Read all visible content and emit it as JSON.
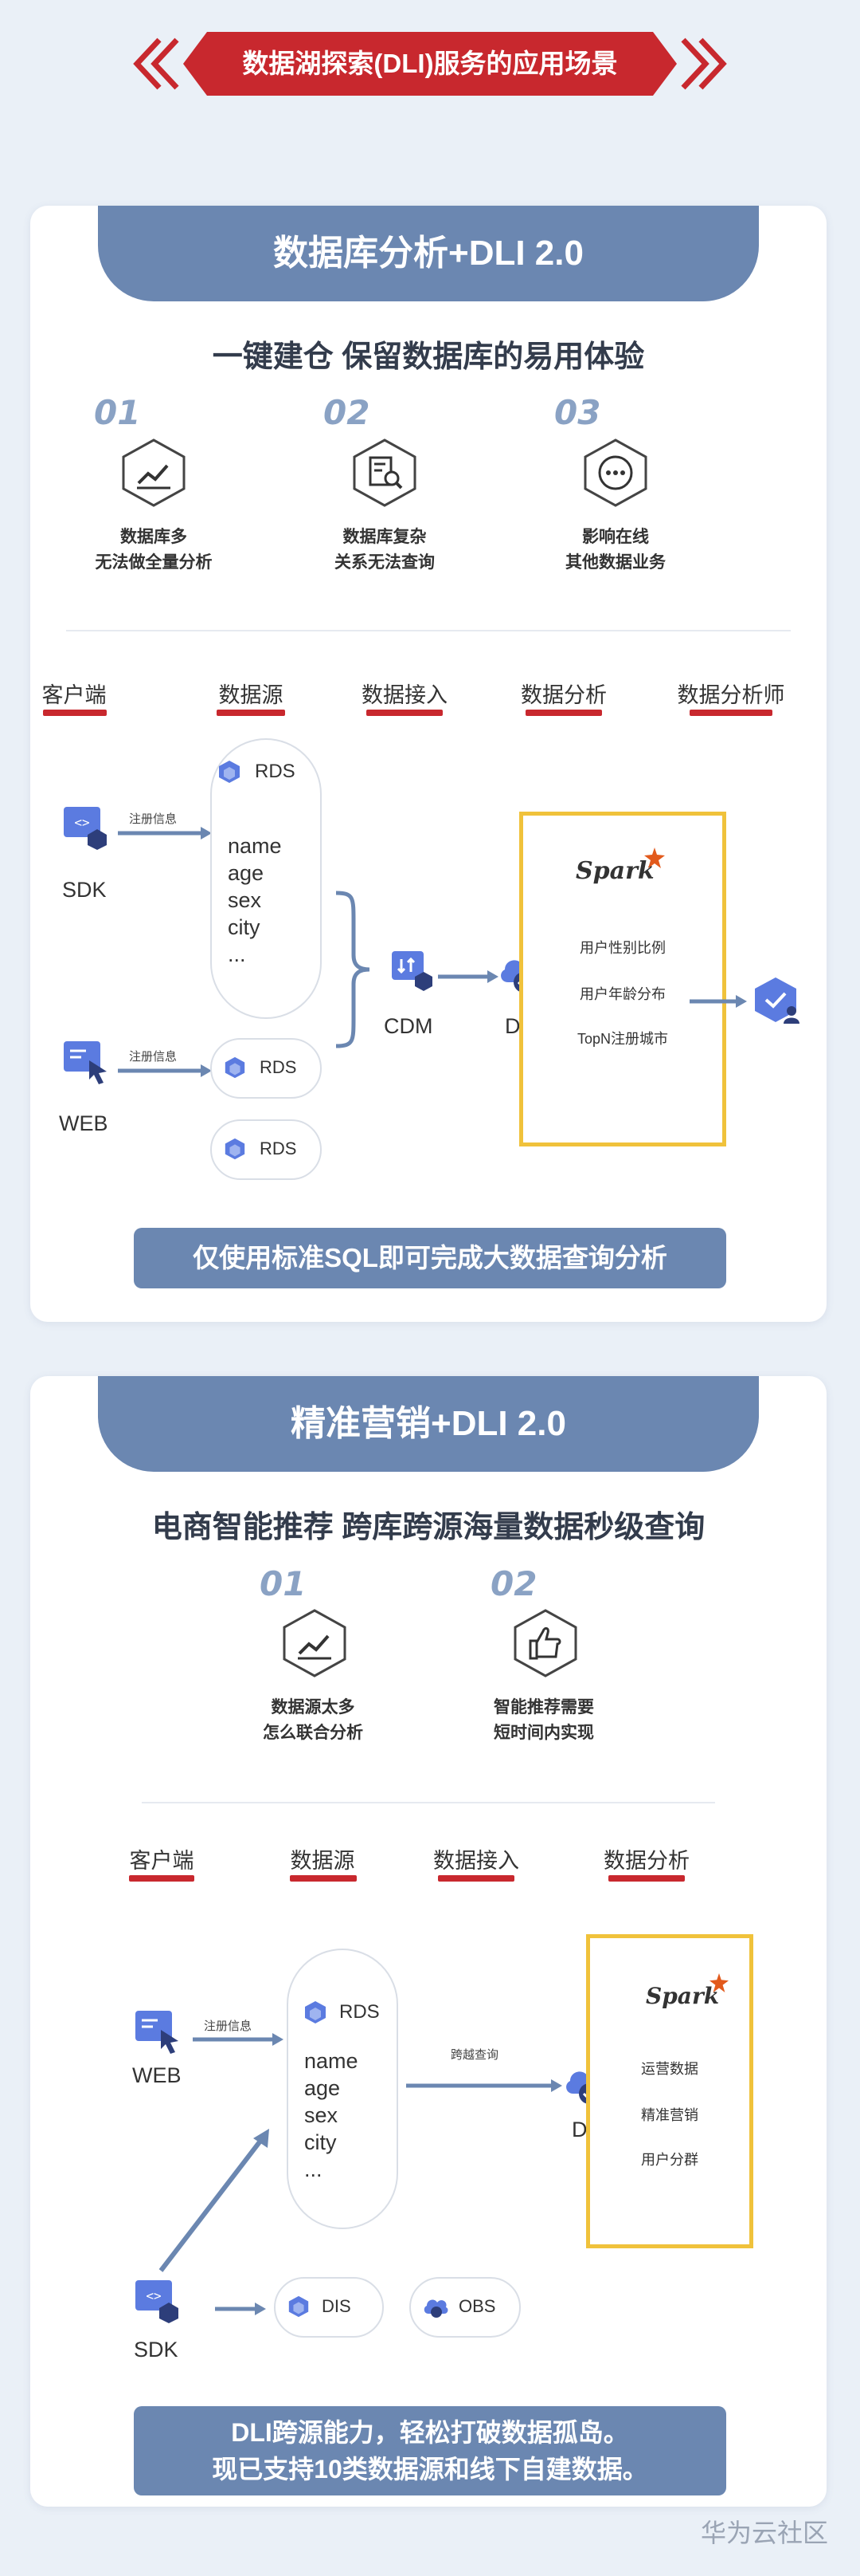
{
  "header": {
    "title": "数据湖探索(DLI)服务的应用场景"
  },
  "section1": {
    "tab": "数据库分析+DLI 2.0",
    "subtitle": "一键建仓 保留数据库的易用体验",
    "pains": [
      {
        "num": "01",
        "icon": "chart-line-icon",
        "line1": "数据库多",
        "line2": "无法做全量分析"
      },
      {
        "num": "02",
        "icon": "document-search-icon",
        "line1": "数据库复杂",
        "line2": "关系无法查询"
      },
      {
        "num": "03",
        "icon": "more-dots-icon",
        "line1": "影响在线",
        "line2": "其他数据业务"
      }
    ],
    "columns": [
      "客户端",
      "数据源",
      "数据接入",
      "数据分析",
      "数据分析师"
    ],
    "sdk_label": "SDK",
    "web_label": "WEB",
    "register_label": "注册信息",
    "rds_label": "RDS",
    "fields": [
      "name",
      "age",
      "sex",
      "city",
      "..."
    ],
    "cdm_label": "CDM",
    "dli_label": "DLI",
    "spark_label": "Spark",
    "analysis_items": [
      "用户性别比例",
      "用户年龄分布",
      "TopN注册城市"
    ],
    "banner": "仅使用标准SQL即可完成大数据查询分析"
  },
  "section2": {
    "tab": "精准营销+DLI 2.0",
    "subtitle": "电商智能推荐 跨库跨源海量数据秒级查询",
    "pains": [
      {
        "num": "01",
        "icon": "chart-line-icon",
        "line1": "数据源太多",
        "line2": "怎么联合分析"
      },
      {
        "num": "02",
        "icon": "thumbs-up-icon",
        "line1": "智能推荐需要",
        "line2": "短时间内实现"
      }
    ],
    "columns": [
      "客户端",
      "数据源",
      "数据接入",
      "数据分析"
    ],
    "web_label": "WEB",
    "sdk_label": "SDK",
    "register_label": "注册信息",
    "cross_label": "跨越查询",
    "rds_label": "RDS",
    "fields": [
      "name",
      "age",
      "sex",
      "city",
      "..."
    ],
    "dis_label": "DIS",
    "obs_label": "OBS",
    "dli_label": "DLI",
    "spark_label": "Spark",
    "analysis_items": [
      "运营数据",
      "精准营销",
      "用户分群"
    ],
    "banner_line1": "DLI跨源能力，轻松打破数据孤岛。",
    "banner_line2": "现已支持10类数据源和线下自建数据。"
  },
  "footer": {
    "watermark": "华为云社区"
  },
  "colors": {
    "accent": "#6b87b1",
    "red": "#c8282e",
    "yellow": "#f0c23b",
    "icon_blue": "#5b7be0"
  }
}
